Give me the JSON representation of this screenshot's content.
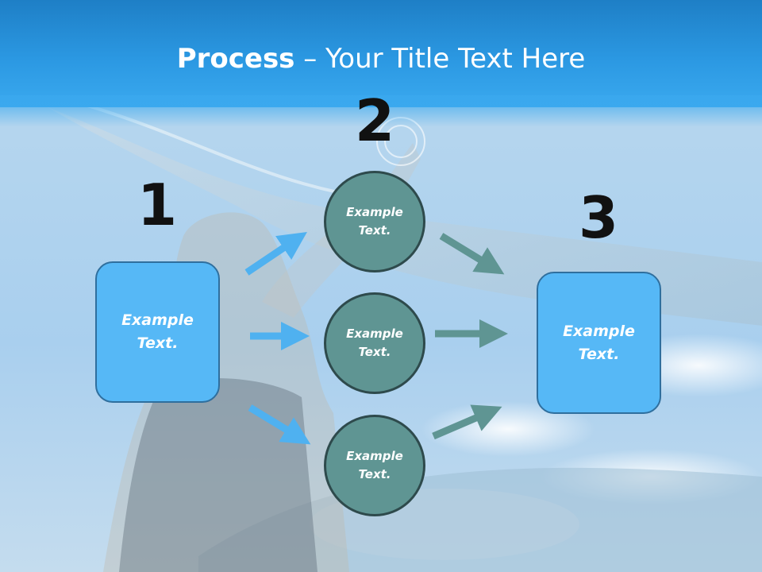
{
  "slide": {
    "title_bold": "Process",
    "title_rest": " – Your Title Text Here"
  },
  "steps": [
    {
      "number": "1",
      "line1": "Example",
      "line2": "Text."
    },
    {
      "number": "2",
      "line1": "Example",
      "line2": "Text."
    },
    {
      "number": "3",
      "line1": "Example",
      "line2": "Text."
    }
  ],
  "middle_nodes": [
    {
      "line1": "Example",
      "line2": "Text."
    },
    {
      "line1": "Example",
      "line2": "Text."
    },
    {
      "line1": "Example",
      "line2": "Text."
    }
  ],
  "colors": {
    "header": "#2b98e2",
    "box_fill": "#56b8f6",
    "circle_fill": "#5f9593",
    "arrow_blue": "#4fb1f0",
    "arrow_teal": "#5f9593"
  }
}
